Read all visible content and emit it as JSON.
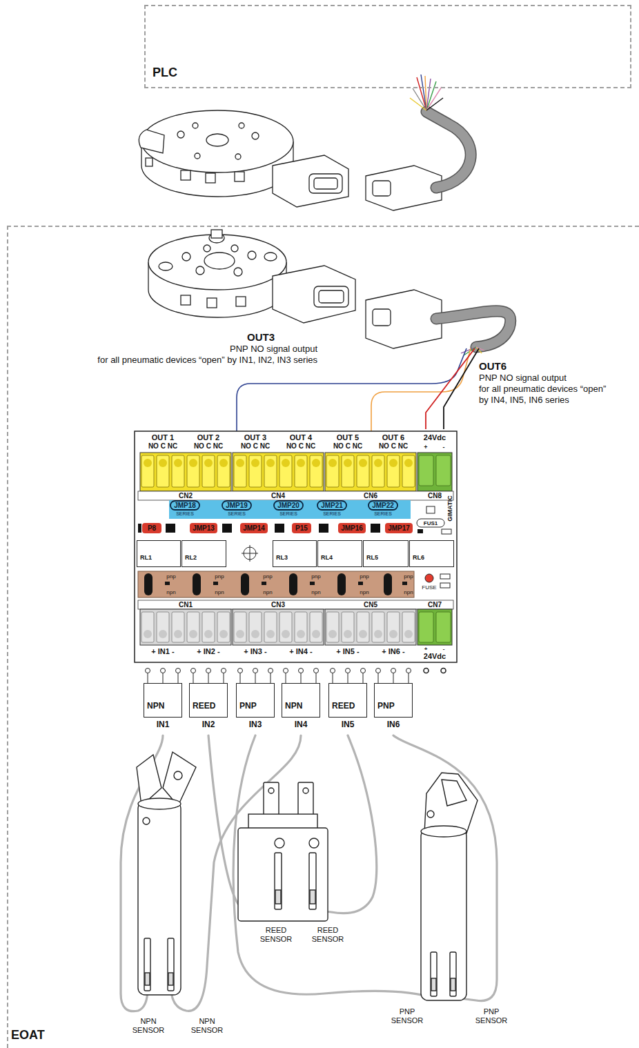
{
  "diagram": {
    "nodes": [
      {
        "text": [
          "PLC"
        ]
      },
      {
        "text": [
          "EOAT"
        ]
      },
      {
        "text": [
          "RL1"
        ],
        "in": 1
      },
      {
        "text": [
          "RL2"
        ],
        "in": 1
      },
      {
        "text": [
          "RL3"
        ],
        "in": 1
      },
      {
        "text": [
          "RL4"
        ],
        "in": 1
      },
      {
        "text": [
          "RL5"
        ],
        "in": 1
      },
      {
        "text": [
          "RL6"
        ],
        "in": 1
      },
      {
        "text": [
          "NPN",
          "IN1"
        ],
        "in": 1
      },
      {
        "text": [
          "REED",
          "IN2"
        ],
        "in": 1
      },
      {
        "text": [
          "PNP",
          "IN3"
        ],
        "in": 1
      },
      {
        "text": [
          "NPN",
          "IN4"
        ],
        "in": 1
      },
      {
        "text": [
          "REED",
          "IN5"
        ],
        "in": 1
      },
      {
        "text": [
          "PNP",
          "IN6"
        ],
        "in": 1
      }
    ],
    "labels": [
      "OUT3",
      "PNP NO signal output",
      "for all pneumatic devices “open” by IN1, IN2, IN3 series",
      "OUT6",
      "PNP NO signal output",
      "for all pneumatic devices “open”",
      "by IN4, IN5, IN6 series",
      "OUT 1",
      "OUT 2",
      "OUT 3",
      "OUT 4",
      "OUT 5",
      "OUT 6",
      "24Vdc",
      "NO C NC",
      "NO C NC",
      "NO C NC",
      "NO C NC",
      "NO C NC",
      "NO C NC",
      "+",
      "-",
      "CN2",
      "CN4",
      "CN6",
      "CN8",
      "JMP18",
      "JMP19",
      "JMP20",
      "JMP21",
      "JMP22",
      "SERIES",
      "SERIES",
      "SERIES",
      "SERIES",
      "SERIES",
      "P8",
      "JMP13",
      "JMP14",
      "P15",
      "JMP16",
      "JMP17",
      "FUS1",
      "GIMATIC",
      "pnp",
      "pnp",
      "pnp",
      "pnp",
      "pnp",
      "pnp",
      "npn",
      "npn",
      "npn",
      "npn",
      "npn",
      "npn",
      "FUSE",
      "CN1",
      "CN3",
      "CN5",
      "CN7",
      "+ IN1 -",
      "+ IN2 -",
      "+ IN3 -",
      "+ IN4 -",
      "+ IN5 -",
      "+ IN6 -",
      "+",
      "-",
      "24Vdc",
      "REED SENSOR",
      "REED SENSOR",
      "NPN SENSOR",
      "NPN SENSOR",
      "PNP SENSOR",
      "PNP SENSOR"
    ]
  }
}
